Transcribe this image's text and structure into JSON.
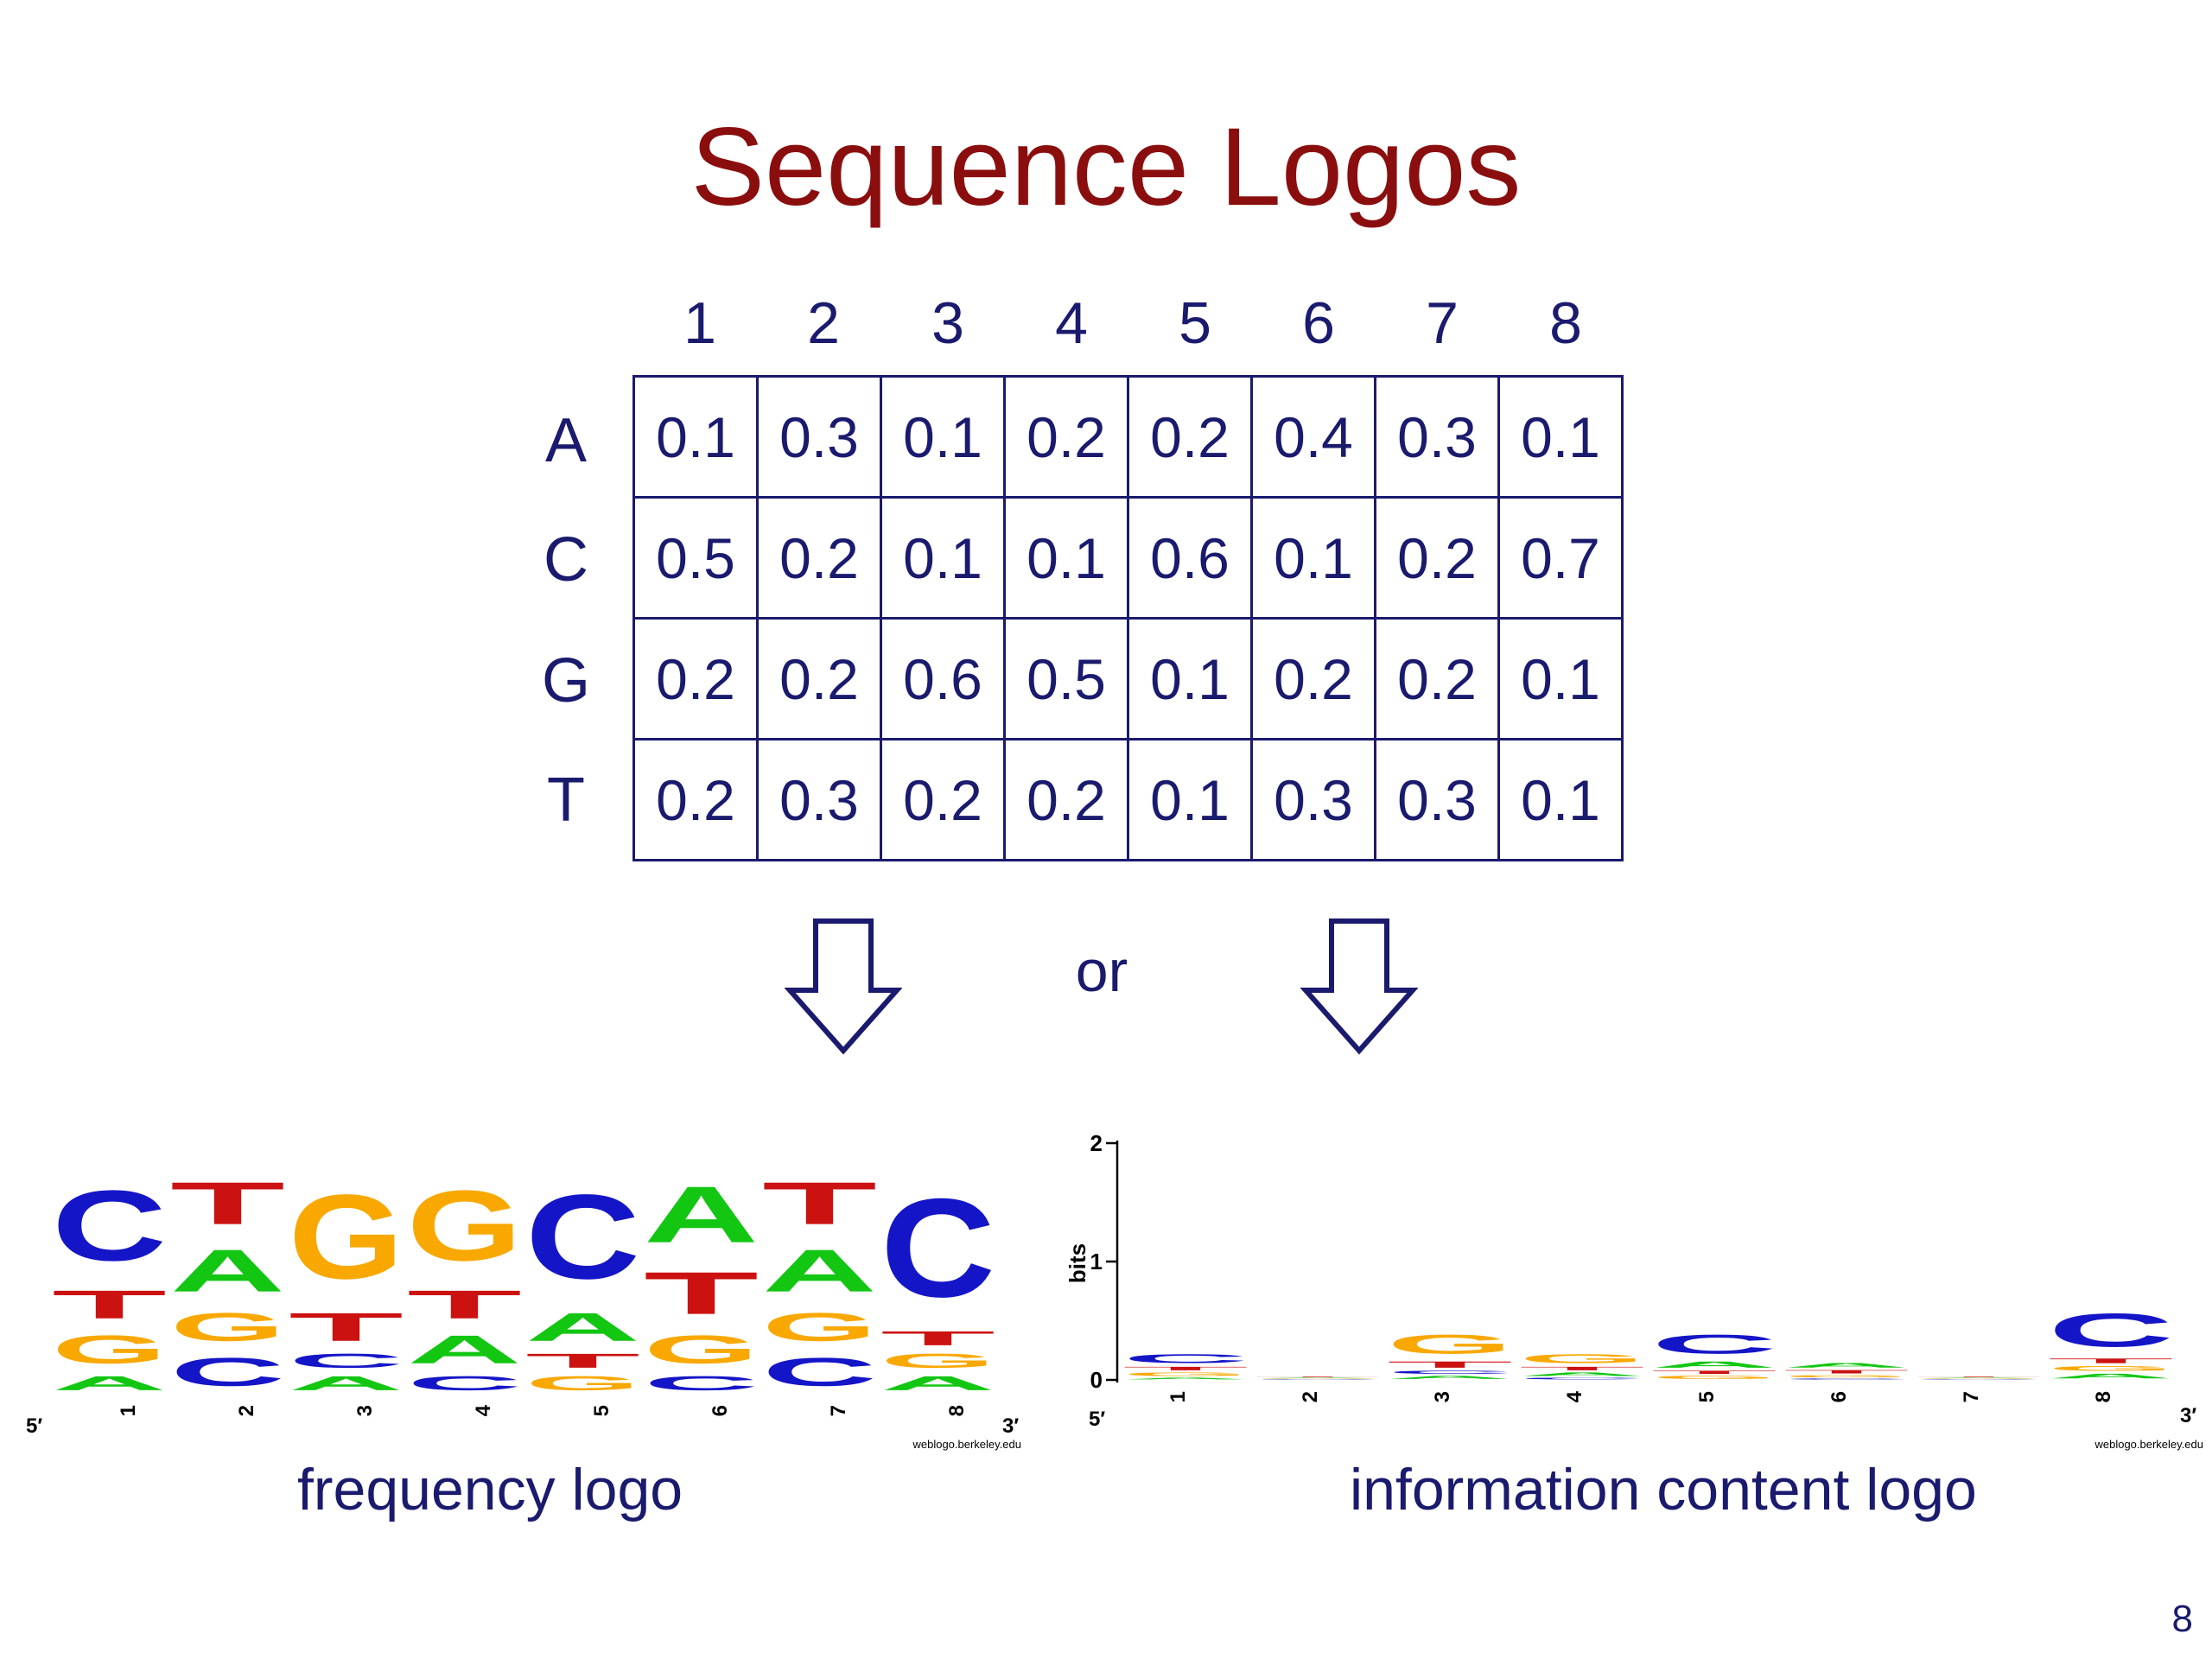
{
  "title": "Sequence Logos",
  "columns": [
    "1",
    "2",
    "3",
    "4",
    "5",
    "6",
    "7",
    "8"
  ],
  "rows": [
    {
      "label": "A",
      "values": [
        "0.1",
        "0.3",
        "0.1",
        "0.2",
        "0.2",
        "0.4",
        "0.3",
        "0.1"
      ]
    },
    {
      "label": "C",
      "values": [
        "0.5",
        "0.2",
        "0.1",
        "0.1",
        "0.6",
        "0.1",
        "0.2",
        "0.7"
      ]
    },
    {
      "label": "G",
      "values": [
        "0.2",
        "0.2",
        "0.6",
        "0.5",
        "0.1",
        "0.2",
        "0.2",
        "0.1"
      ]
    },
    {
      "label": "T",
      "values": [
        "0.2",
        "0.3",
        "0.2",
        "0.2",
        "0.1",
        "0.3",
        "0.3",
        "0.1"
      ]
    }
  ],
  "or_label": "or",
  "letter_colors": {
    "A": "#12c612",
    "C": "#1515c8",
    "G": "#f8a800",
    "T": "#cc1111"
  },
  "frequency_logo": {
    "caption": "frequency logo",
    "end5": "5′",
    "end3": "3′",
    "credit": "weblogo.berkeley.edu",
    "positions": [
      "1",
      "2",
      "3",
      "4",
      "5",
      "6",
      "7",
      "8"
    ]
  },
  "information_logo": {
    "caption": "information content logo",
    "axis_label": "bits",
    "y_ticks": [
      "0",
      "1",
      "2"
    ],
    "ylim": [
      0,
      2
    ],
    "end5": "5′",
    "end3": "3′",
    "credit": "weblogo.berkeley.edu",
    "positions": [
      "1",
      "2",
      "3",
      "4",
      "5",
      "6",
      "7",
      "8"
    ]
  },
  "page_number": "8"
}
